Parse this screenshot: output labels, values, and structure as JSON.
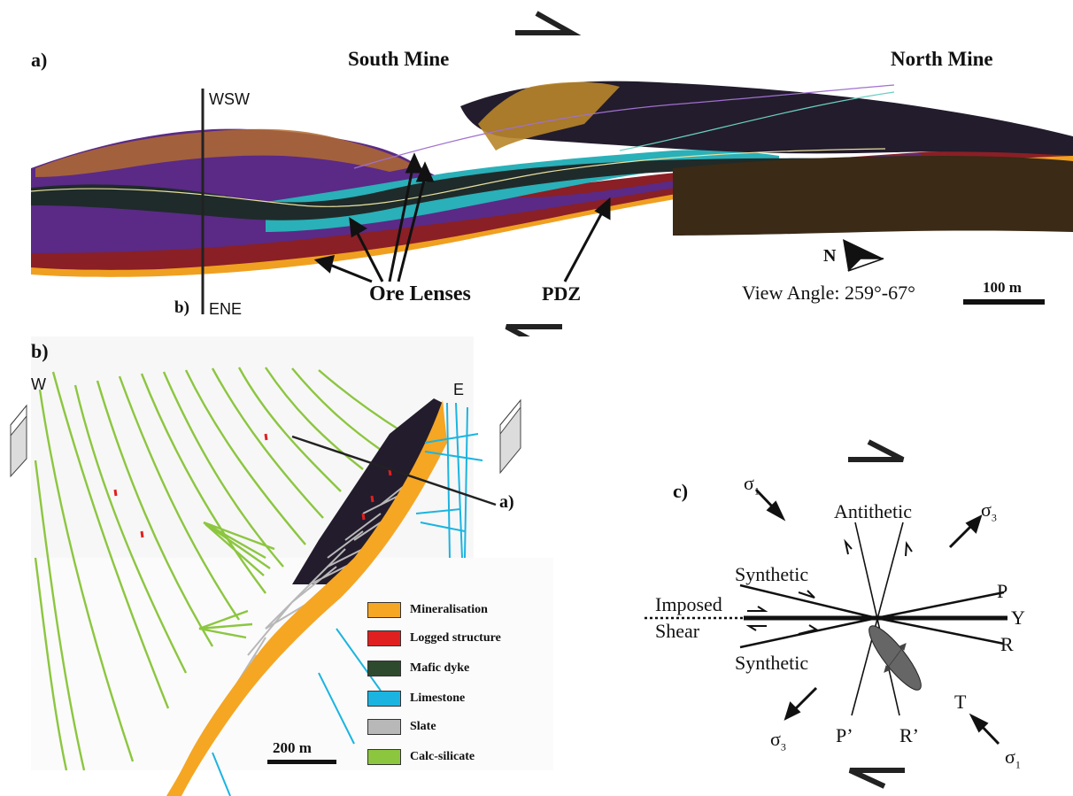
{
  "panel_a": {
    "label": "a)",
    "south_mine": "South Mine",
    "north_mine": "North Mine",
    "section_top": "WSW",
    "section_bottom_ref": "b)",
    "section_bottom": "ENE",
    "ore_lenses": "Ore Lenses",
    "pdz": "PDZ",
    "north_arrow": "N",
    "view_angle": "View Angle: 259°-67°",
    "scale": "100 m"
  },
  "panel_b": {
    "label": "b)",
    "west": "W",
    "east": "E",
    "section_ref": "a)",
    "scale": "200 m",
    "legend": [
      {
        "label": "Mineralisation",
        "color": "#f5a623"
      },
      {
        "label": "Logged structure",
        "color": "#e02020"
      },
      {
        "label": "Mafic dyke",
        "color": "#2e4a2e"
      },
      {
        "label": "Limestone",
        "color": "#1bb4e0"
      },
      {
        "label": "Slate",
        "color": "#b8b8b8"
      },
      {
        "label": "Calc-silicate",
        "color": "#8cc63f"
      }
    ]
  },
  "panel_c": {
    "label": "c)",
    "sigma1": "σ",
    "sigma3": "σ",
    "sub1": "1",
    "sub3": "3",
    "antithetic": "Antithetic",
    "synthetic": "Synthetic",
    "imposed": "Imposed",
    "shear": "Shear",
    "P": "P",
    "Y": "Y",
    "R": "R",
    "T": "T",
    "P_prime": "P’",
    "R_prime": "R’"
  }
}
